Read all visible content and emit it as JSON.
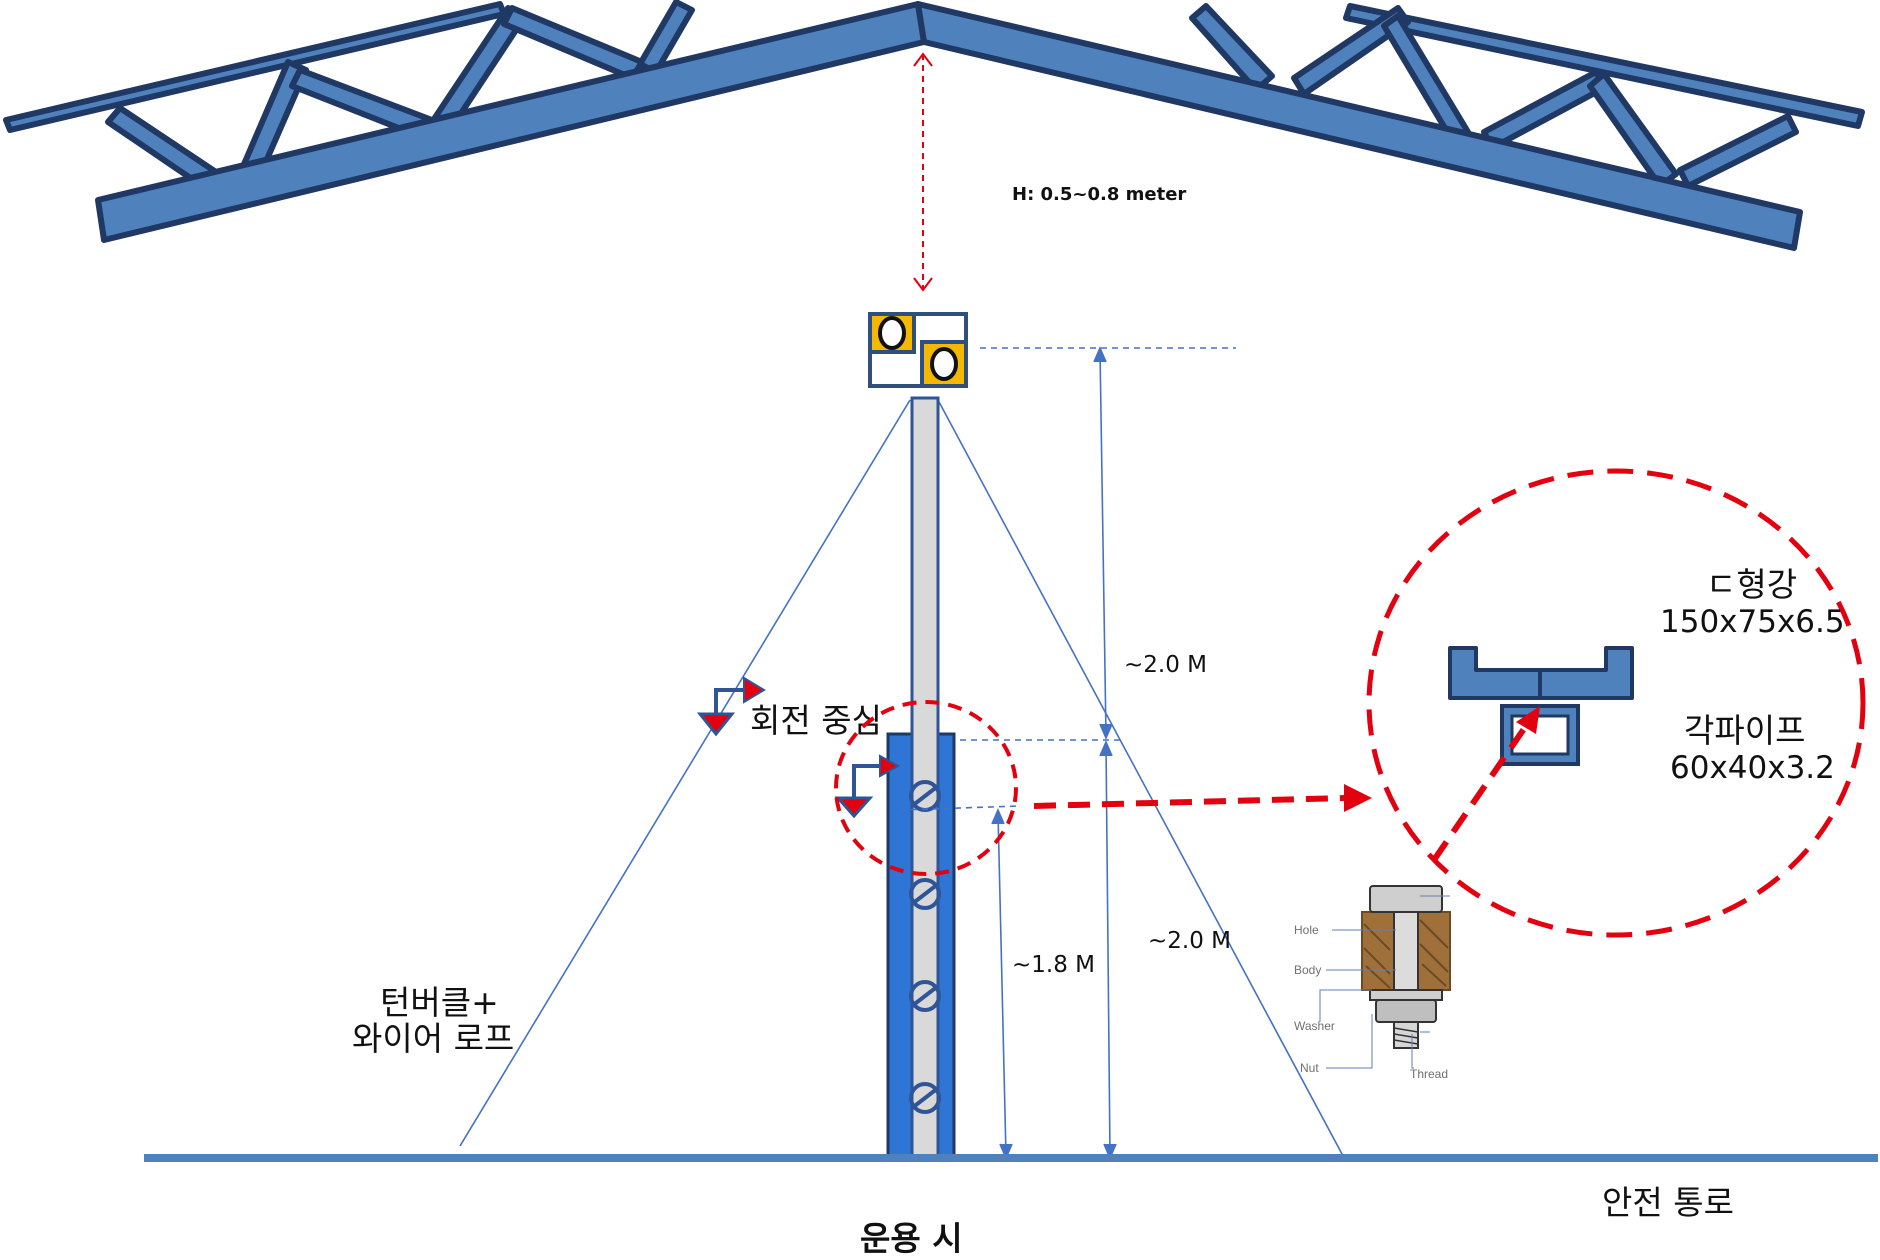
{
  "colors": {
    "steel_fill": "#4f81bd",
    "steel_stroke": "#1f3864",
    "line_blue": "#4472c4",
    "accent_red": "#e3000f",
    "bearing_yellow": "#f5b800",
    "pipe_grey": "#d9d9d9",
    "bolt_brown": "#a0703a"
  },
  "labels": {
    "roof_clearance": "H: 0.5~0.8 meter",
    "upper_dim": "~2.0 M",
    "lower_dim_inner": "~1.8 M",
    "lower_dim_outer": "~2.0 M",
    "pivot": "회전 중심",
    "guy_line_1": "턴버클+",
    "guy_line_2": "와이어 로프",
    "safety_path": "안전 통로",
    "operation_title": "운용 시",
    "channel_name": "ㄷ형강",
    "channel_size": "150x75x6.5",
    "pipe_name": "각파이프",
    "pipe_size": "60x40x3.2"
  },
  "bolt_labels": {
    "hole": "Hole",
    "body": "Body",
    "washer": "Washer",
    "nut": "Nut",
    "thread": "Thread"
  },
  "icons": {
    "pivot_markers": "section-arrow-icon",
    "bearings": "bearing-icon"
  }
}
